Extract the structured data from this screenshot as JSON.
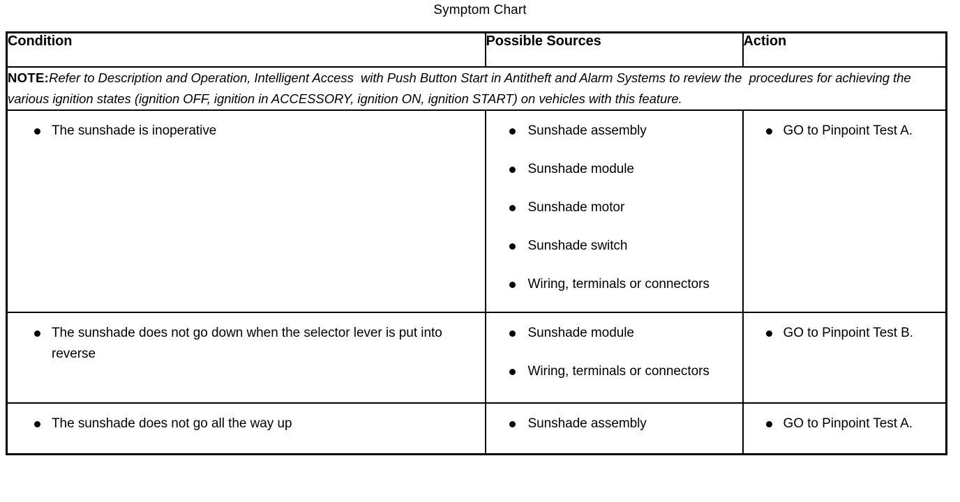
{
  "title": "Symptom Chart",
  "table": {
    "headers": {
      "condition": "Condition",
      "possible_sources": "Possible Sources",
      "action": "Action"
    },
    "note": {
      "label": "NOTE:",
      "text": "Refer to Description and Operation, Intelligent Access  with Push Button Start in Antitheft and Alarm Systems to review the  procedures for achieving the various ignition states (ignition OFF, ignition in ACCESSORY, ignition ON, ignition START) on vehicles with this feature."
    },
    "rows": [
      {
        "conditions": [
          "The sunshade is inoperative"
        ],
        "possible_sources": [
          "Sunshade assembly",
          "Sunshade module",
          "Sunshade motor",
          "Sunshade switch",
          "Wiring, terminals or connectors"
        ],
        "actions": [
          "GO to Pinpoint Test A."
        ]
      },
      {
        "conditions": [
          "The sunshade does not go down when the selector lever is put into reverse"
        ],
        "possible_sources": [
          "Sunshade module",
          "Wiring, terminals or connectors"
        ],
        "actions": [
          "GO to Pinpoint Test B."
        ]
      },
      {
        "conditions": [
          "The sunshade does not go all the way up"
        ],
        "possible_sources": [
          "Sunshade assembly"
        ],
        "actions": [
          "GO to Pinpoint Test A."
        ]
      }
    ]
  },
  "colors": {
    "text": "#000000",
    "background": "#ffffff",
    "border": "#000000"
  }
}
